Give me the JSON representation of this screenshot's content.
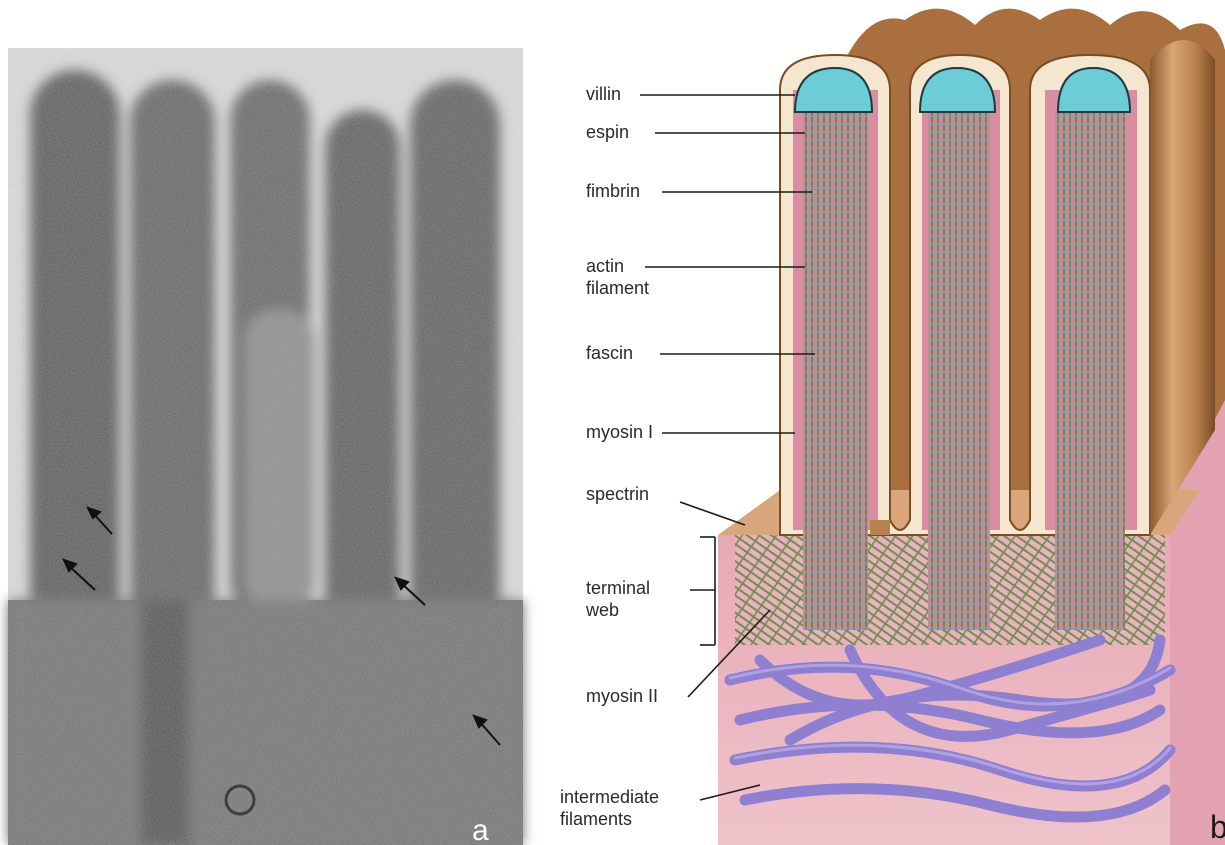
{
  "figure": {
    "panel_a": {
      "letter": "a"
    },
    "panel_b": {
      "letter": "b"
    },
    "labels": {
      "villin": "villin",
      "espin": "espin",
      "fimbrin": "fimbrin",
      "actin_line1": "actin",
      "actin_line2": "filament",
      "fascin": "fascin",
      "myosin1": "myosin I",
      "spectrin": "spectrin",
      "terminal_line1": "terminal",
      "terminal_line2": "web",
      "myosin2": "myosin II",
      "intermediate_line1": "intermediate",
      "intermediate_line2": "filaments"
    },
    "colors": {
      "micrograph_dark": "#4a4a4a",
      "micrograph_light": "#e6e6e6",
      "villus_brown": "#b8824f",
      "membrane_cream": "#f4e6cf",
      "cytoplasm_pink": "#e8aeb8",
      "villin_cap": "#6ccdd6",
      "actin_green": "#6f8a4b",
      "fimbrin_blue": "#5aa9c9",
      "fascin_yellow": "#e7c35a",
      "myosin_red": "#b13a3a",
      "intermediate_purple": "#8f7fd0"
    }
  }
}
